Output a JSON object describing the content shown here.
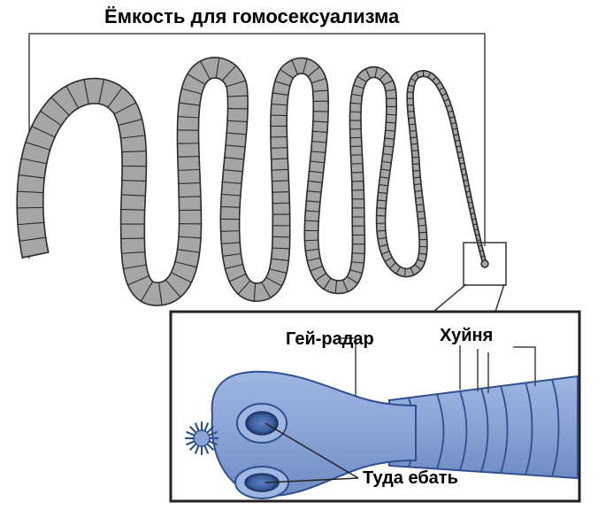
{
  "labels": {
    "title": "Ёмкость для гомосексуализма",
    "gay_radar": "Гей-радар",
    "huinya": "Хуйня",
    "tuda_ebat": "Туда ебать"
  },
  "colors": {
    "worm_fill": "#a6a6a6",
    "worm_outline": "#2b2b2b",
    "head_fill": "#8fa8d8",
    "head_dark": "#2f4f8f",
    "line": "#444444"
  }
}
